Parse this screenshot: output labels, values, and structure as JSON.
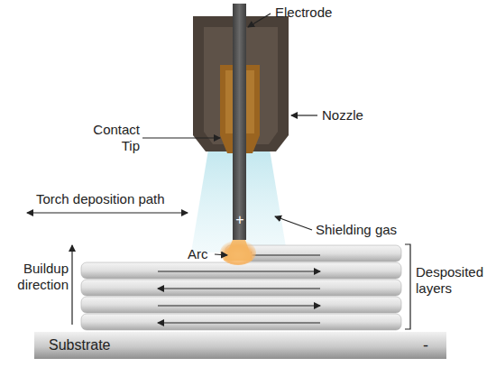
{
  "diagram": {
    "nodes": [
      {
        "text": [
          "Substrate",
          "-"
        ]
      }
    ],
    "labels": [
      "Electrode",
      "Nozzle",
      "Contact Tip",
      "Torch deposition path",
      "+",
      "Shielding gas",
      "Arc",
      "Buildup direction",
      "Desposited layers"
    ]
  }
}
